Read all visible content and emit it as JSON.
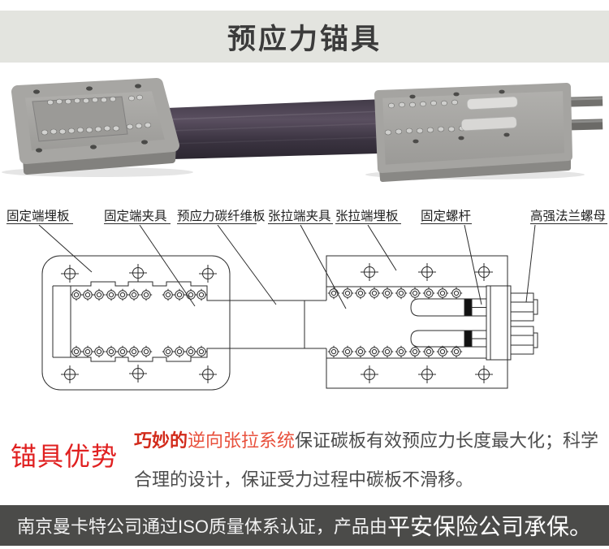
{
  "header": {
    "title": "预应力锚具"
  },
  "diagram": {
    "labels": [
      "固定端埋板",
      "固定端夹具",
      "预应力碳纤维板",
      "张拉端夹具",
      "张拉端埋板",
      "固定螺杆",
      "高强法兰螺母"
    ]
  },
  "advantage": {
    "heading": "锚具优势",
    "highlight_bold": "巧妙的",
    "highlight": "逆向张拉系统",
    "body": "保证碳板有效预应力长度最大化；科学合理的设计，保证受力过程中碳板不滑移。"
  },
  "footer": {
    "prefix": "南京曼卡特公司通过ISO质量体系认证，产品由",
    "emphasis": "平安保险公司承保。"
  },
  "colors": {
    "accent_red": "#e02020",
    "title_bar_bg": "#e3e4df",
    "footer_bg": "#4b4b49",
    "line_color": "#2b2b2b"
  }
}
